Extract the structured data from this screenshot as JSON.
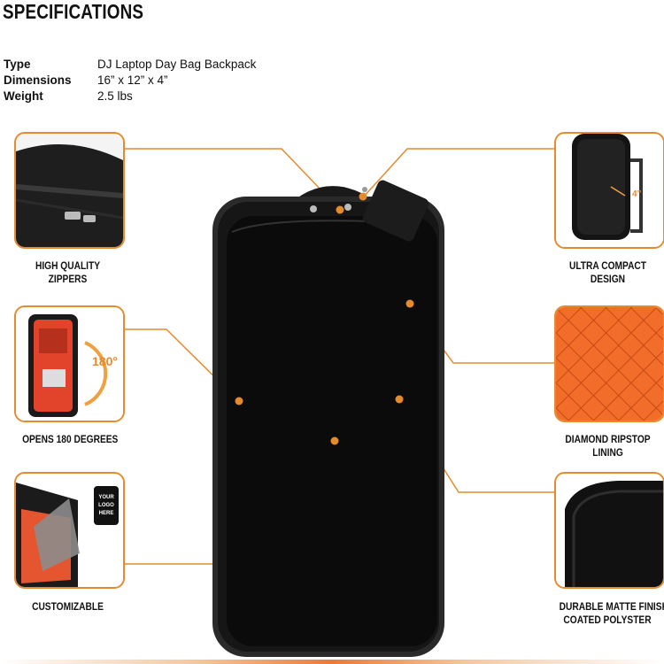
{
  "title": "SPECIFICATIONS",
  "specs": [
    {
      "key": "Type",
      "value": "DJ Laptop Day Bag Backpack"
    },
    {
      "key": "Dimensions",
      "value": "16” x 12” x 4”"
    },
    {
      "key": "Weight",
      "value": "2.5 lbs"
    }
  ],
  "features": {
    "zippers": [
      "HIGH QUALITY",
      "ZIPPERS"
    ],
    "opens": [
      "OPENS 180 DEGREES"
    ],
    "customizable": [
      "CUSTOMIZABLE"
    ],
    "compact": [
      "ULTRA COMPACT",
      "DESIGN"
    ],
    "lining": [
      "DIAMOND RIPSTOP",
      "LINING"
    ],
    "finish": [
      "DURABLE MATTE FINISH",
      "COATED POLYSTER"
    ]
  },
  "inset_text": {
    "degrees": "180°",
    "depth": "4”",
    "logo": [
      "YOUR",
      "LOGO",
      "HERE"
    ]
  },
  "colors": {
    "accent": "#e68a2e",
    "bag": "#121212",
    "lining": "#f26d2a"
  }
}
